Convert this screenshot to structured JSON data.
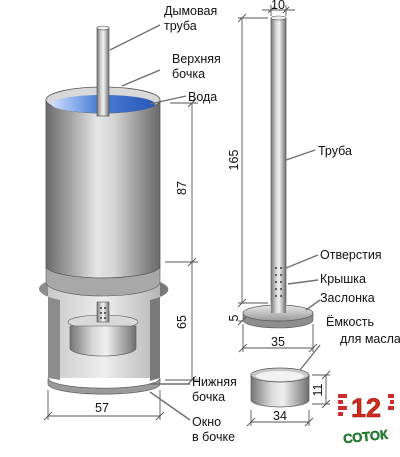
{
  "labels": {
    "smoke_pipe_1": "Дымовая",
    "smoke_pipe_2": "труба",
    "upper_barrel_1": "Верхняя",
    "upper_barrel_2": "бочка",
    "water": "Вода",
    "lower_barrel_1": "Нижняя",
    "lower_barrel_2": "бочка",
    "window_1": "Окно",
    "window_2": "в бочке",
    "pipe": "Труба",
    "holes": "Отверстия",
    "lid": "Крышка",
    "damper": "Заслонка",
    "oil_container_1": "Ёмкость",
    "oil_container_2": "для масла"
  },
  "dimensions": {
    "barrel_upper_height": "87",
    "barrel_lower_height": "65",
    "barrel_width": "57",
    "pipe_diameter": "10",
    "pipe_length": "165",
    "damper_height": "5",
    "damper_width": "35",
    "container_height": "11",
    "container_width": "34"
  },
  "logo": {
    "number": "12",
    "word": "СОТОК",
    "number_color": "#d42a1c",
    "word_color": "#1f8a2c",
    "brick_color": "#c9302c"
  },
  "colors": {
    "metal_dark": "#7b7b7b",
    "metal_light": "#e9e9e9",
    "water": "#4a7fd6"
  }
}
